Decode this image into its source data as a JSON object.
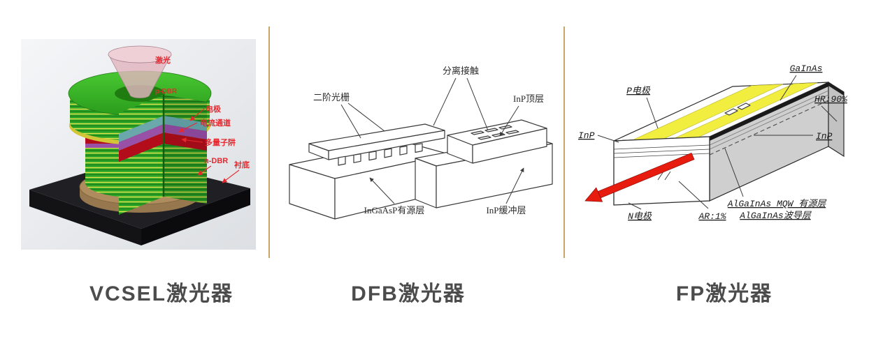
{
  "colors": {
    "divider_gold": "#c9a568",
    "vcsel_label_red": "#e8282e",
    "fp_arrow_red": "#e71c0f",
    "caption_text": "#4c4c4c",
    "vcsel_green": "#2aa527",
    "vcsel_purple": "#9951a8",
    "vcsel_red_band": "#b30d1b",
    "fp_electrode_yellow": "#f2ee3f"
  },
  "panels": {
    "vcsel": {
      "caption": "VCSEL激光器",
      "labels": {
        "laser": "激光",
        "p_dbr": "p-DBR",
        "electrode": "电极",
        "current_channel": "电流通道",
        "mqw": "多量子阱",
        "n_dbr": "n-DBR",
        "substrate": "衬底"
      }
    },
    "dfb": {
      "caption": "DFB激光器",
      "labels": {
        "second_order_grating": "二阶光栅",
        "separate_contact": "分离接触",
        "inp_top_layer": "InP顶层",
        "ingaasp_active_layer": "InGaAsP有源层",
        "inp_buffer_layer": "InP缓冲层"
      }
    },
    "fp": {
      "caption": "FP激光器",
      "labels": {
        "gainas": "GaInAs",
        "p_electrode": "P电极",
        "hr_facet": "HR:90%",
        "inp_left": "InP",
        "inp_right": "InP",
        "active_layer": "AlGaInAs MQW 有源层",
        "waveguide_layer": "AlGaInAs波导层",
        "n_electrode": "N电极",
        "ar_facet": "AR:1%"
      }
    }
  }
}
